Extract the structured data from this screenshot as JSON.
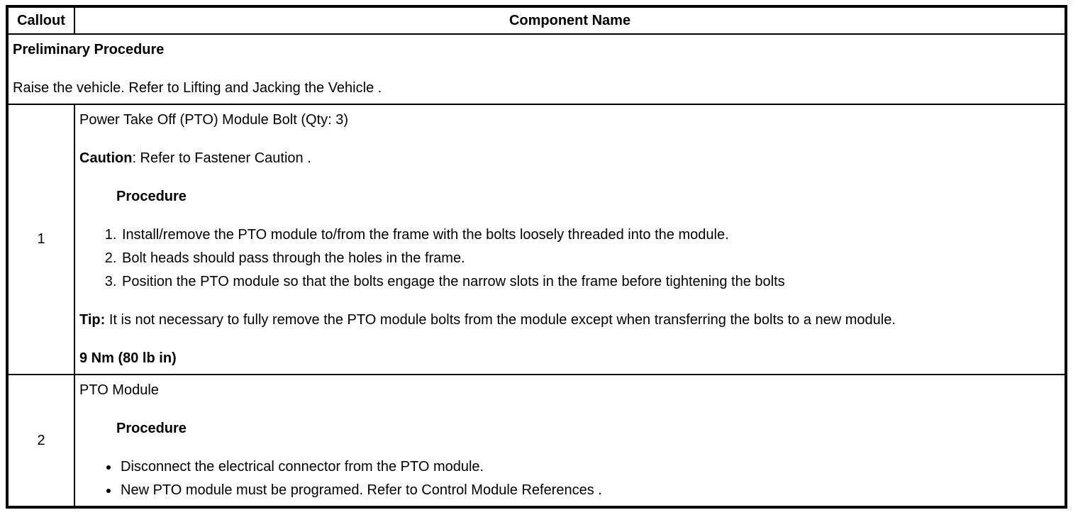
{
  "table": {
    "header": {
      "callout": "Callout",
      "component": "Component Name"
    },
    "preliminary": {
      "title": "Preliminary Procedure",
      "text": "Raise the vehicle. Refer to Lifting and Jacking the Vehicle ."
    },
    "rows": [
      {
        "callout": "1",
        "name": "Power Take Off (PTO) Module Bolt (Qty: 3)",
        "caution_label": "Caution",
        "caution_text": ": Refer to Fastener Caution .",
        "procedure_label": "Procedure",
        "steps": [
          "Install/remove the PTO module to/from the frame with the bolts loosely threaded into the module.",
          "Bolt heads should pass through the holes in the frame.",
          "Position the PTO module so that the bolts engage the narrow slots in the frame before tightening the bolts"
        ],
        "tip_label": "Tip:",
        "tip_text": " It is not necessary to fully remove the PTO module bolts from the module except when transferring the bolts to a new module.",
        "torque": "9 Nm (80 lb in)"
      },
      {
        "callout": "2",
        "name": "PTO Module",
        "procedure_label": "Procedure",
        "bullets": [
          "Disconnect the electrical connector from the PTO module.",
          "New PTO module must be programed. Refer to Control Module References ."
        ]
      }
    ]
  }
}
